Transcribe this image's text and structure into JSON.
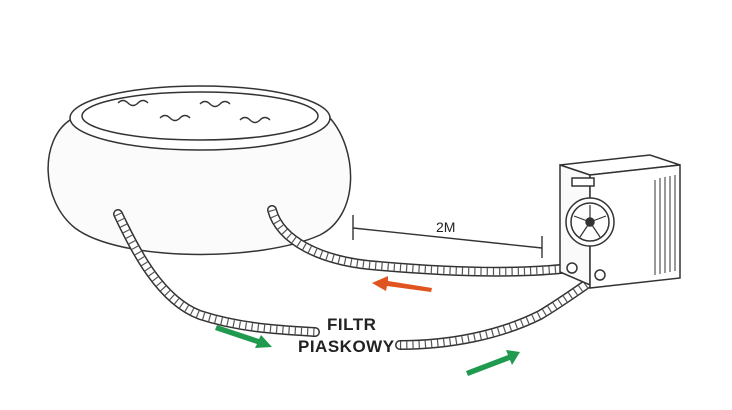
{
  "diagram": {
    "distance_label": "2M",
    "filter_label_line1": "FILTR",
    "filter_label_line2": "PIASKOWY"
  },
  "colors": {
    "line": "#333333",
    "return_arrow": "#e0541f",
    "flow_arrow": "#1f9a4f"
  },
  "icons": {
    "pool": "inflatable-pool-icon",
    "heat_pump": "heat-pump-icon",
    "fan": "fan-icon"
  }
}
